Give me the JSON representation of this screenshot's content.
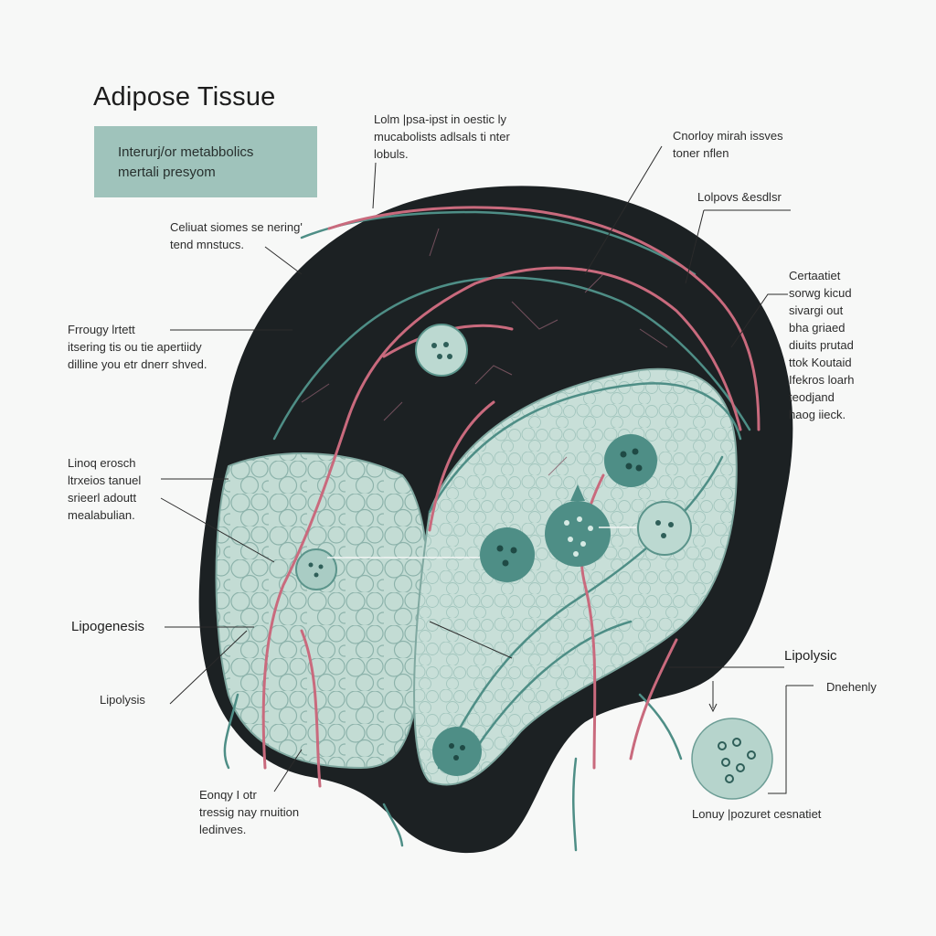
{
  "title": "Adipose Tissue",
  "subtitle": "Interurj/or metabbolics\nmertali presyom",
  "labels": {
    "top_center": "Lolm |psa-ipst in oestic ly\nmucabolists adlsals ti nter\nlobuls.",
    "top_right": "Cnorloy mirah issves\ntoner nflen",
    "right_upper": "Lolpovs &esdlsr",
    "left_upper": "Celiuat siomes se nering'\ntend mnstucs.",
    "right_middle": "Certaatiet\nsorwg kicud\nsivargi out\nbha griaed\ndiuits prutad\nttok Koutaid\nIfekros loarh\nteodjand\nhaog iieck.",
    "left_middle": "Frrougy lrtett\nitsering tis ou tie apertiidy\ndilline you etr dnerr shved.",
    "left_lower": "Linoq erosch\nltrxeios tanuel\nsrieerl adoutt\nmealabulian.",
    "lipogenesis": "Lipogenesis",
    "lipolysis_left": "Lipolysis",
    "bottom_left": "Eonqy I otr\ntressig nay rnuition\nledinves.",
    "lipolysic": "Lipolysic",
    "dnehenly": "Dnehenly",
    "bottom_right": "Lonuy |pozuret cesnatiet"
  },
  "icons": [
    "cell-nucleus-icon",
    "vessel-icon",
    "magnified-cell-icon"
  ],
  "colors": {
    "tissue_dark": "#1c2123",
    "lobule_fill": "#c3dcd4",
    "cell_outline": "#7fa8a0",
    "artery": "#c96a7d",
    "vein": "#4e8e86",
    "nucleus": "#3f7a72",
    "subtitle_box": "#9fc3bb"
  }
}
